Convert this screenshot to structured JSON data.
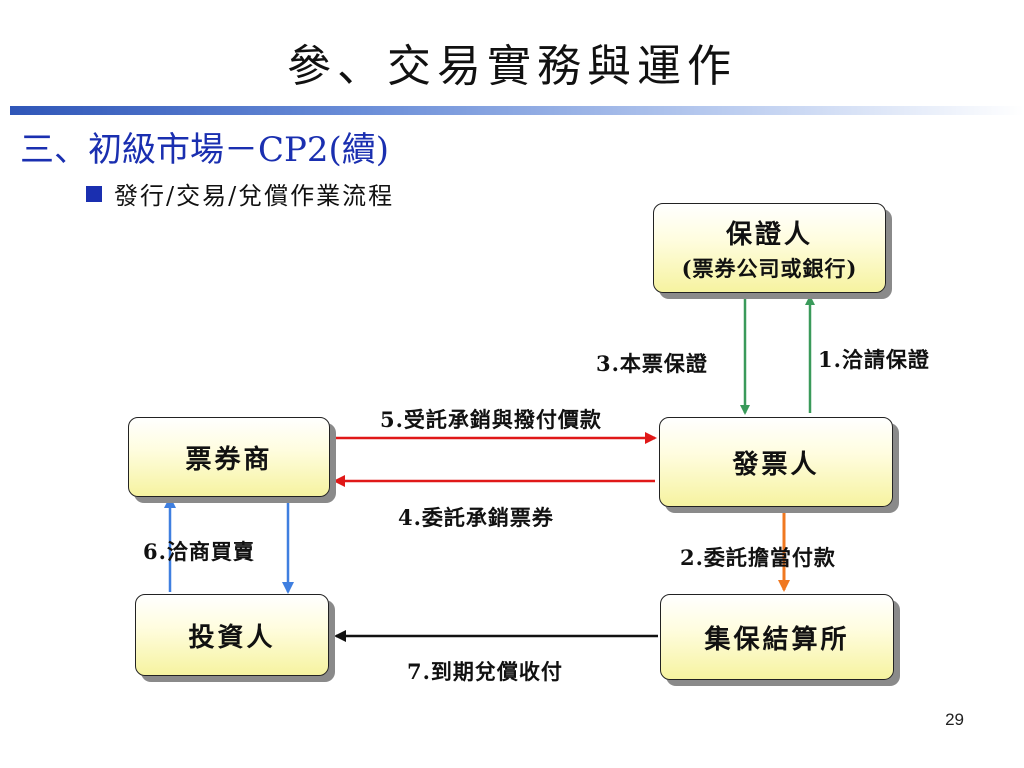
{
  "title": "參、交易實務與運作",
  "subtitle": "三、初級市場－CP2(續)",
  "bullet": "發行/交易/兌償作業流程",
  "nodes": {
    "guarantor": {
      "main": "保證人",
      "sub": "(票券公司或銀行)"
    },
    "dealer": {
      "main": "票券商"
    },
    "issuer": {
      "main": "發票人"
    },
    "investor": {
      "main": "投資人"
    },
    "clearing": {
      "main": "集保結算所"
    }
  },
  "edges": {
    "e1": {
      "label": "1.洽請保證",
      "from": "issuer",
      "to": "guarantor",
      "color": "#3a9a5a"
    },
    "e2": {
      "label": "2.委託擔當付款",
      "from": "issuer",
      "to": "clearing",
      "color": "#f07820"
    },
    "e3": {
      "label": "3.本票保證",
      "from": "guarantor",
      "to": "issuer",
      "color": "#3a9a5a"
    },
    "e4": {
      "label": "4.委託承銷票券",
      "from": "issuer",
      "to": "dealer",
      "color": "#e01818"
    },
    "e5": {
      "label": "5.受託承銷與撥付價款",
      "from": "dealer",
      "to": "issuer",
      "color": "#e01818"
    },
    "e6": {
      "label": "6.洽商買賣",
      "from": "investor",
      "to": "dealer",
      "color": "#3f7fe0"
    },
    "e7": {
      "label": "7.到期兌償收付",
      "from": "clearing",
      "to": "investor",
      "color": "#111111"
    }
  },
  "page_number": "29"
}
